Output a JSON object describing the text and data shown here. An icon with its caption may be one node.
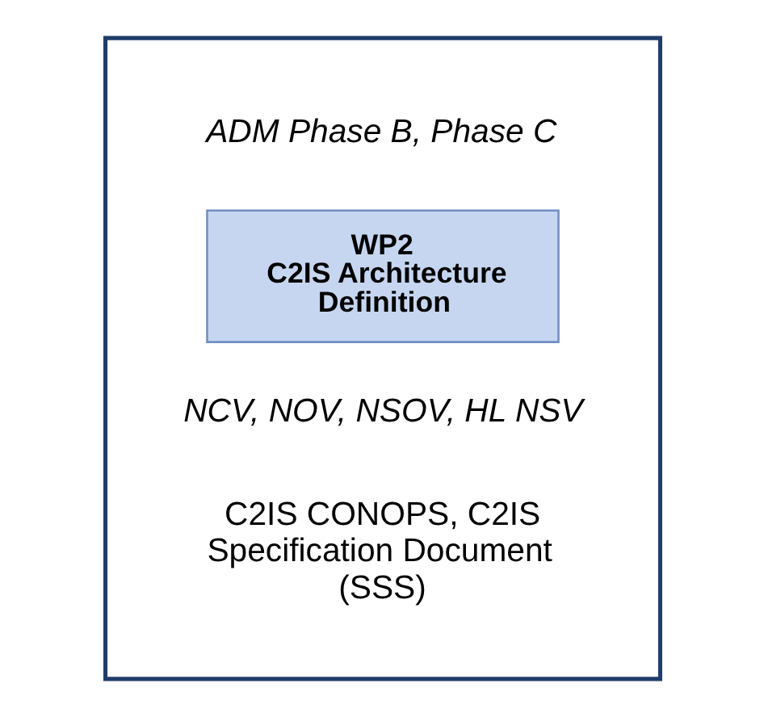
{
  "diagram": {
    "nodes": [
      {
        "text": [],
        "shape": "box"
      },
      {
        "text": [
          "WP2",
          "C2IS Architecture Definition"
        ],
        "in": 0
      }
    ],
    "labels": [
      "ADM Phase B, Phase C",
      "NCV, NOV, NSOV, HL NSV",
      "C2IS CONOPS, C2IS Specification Document (SSS)"
    ]
  }
}
